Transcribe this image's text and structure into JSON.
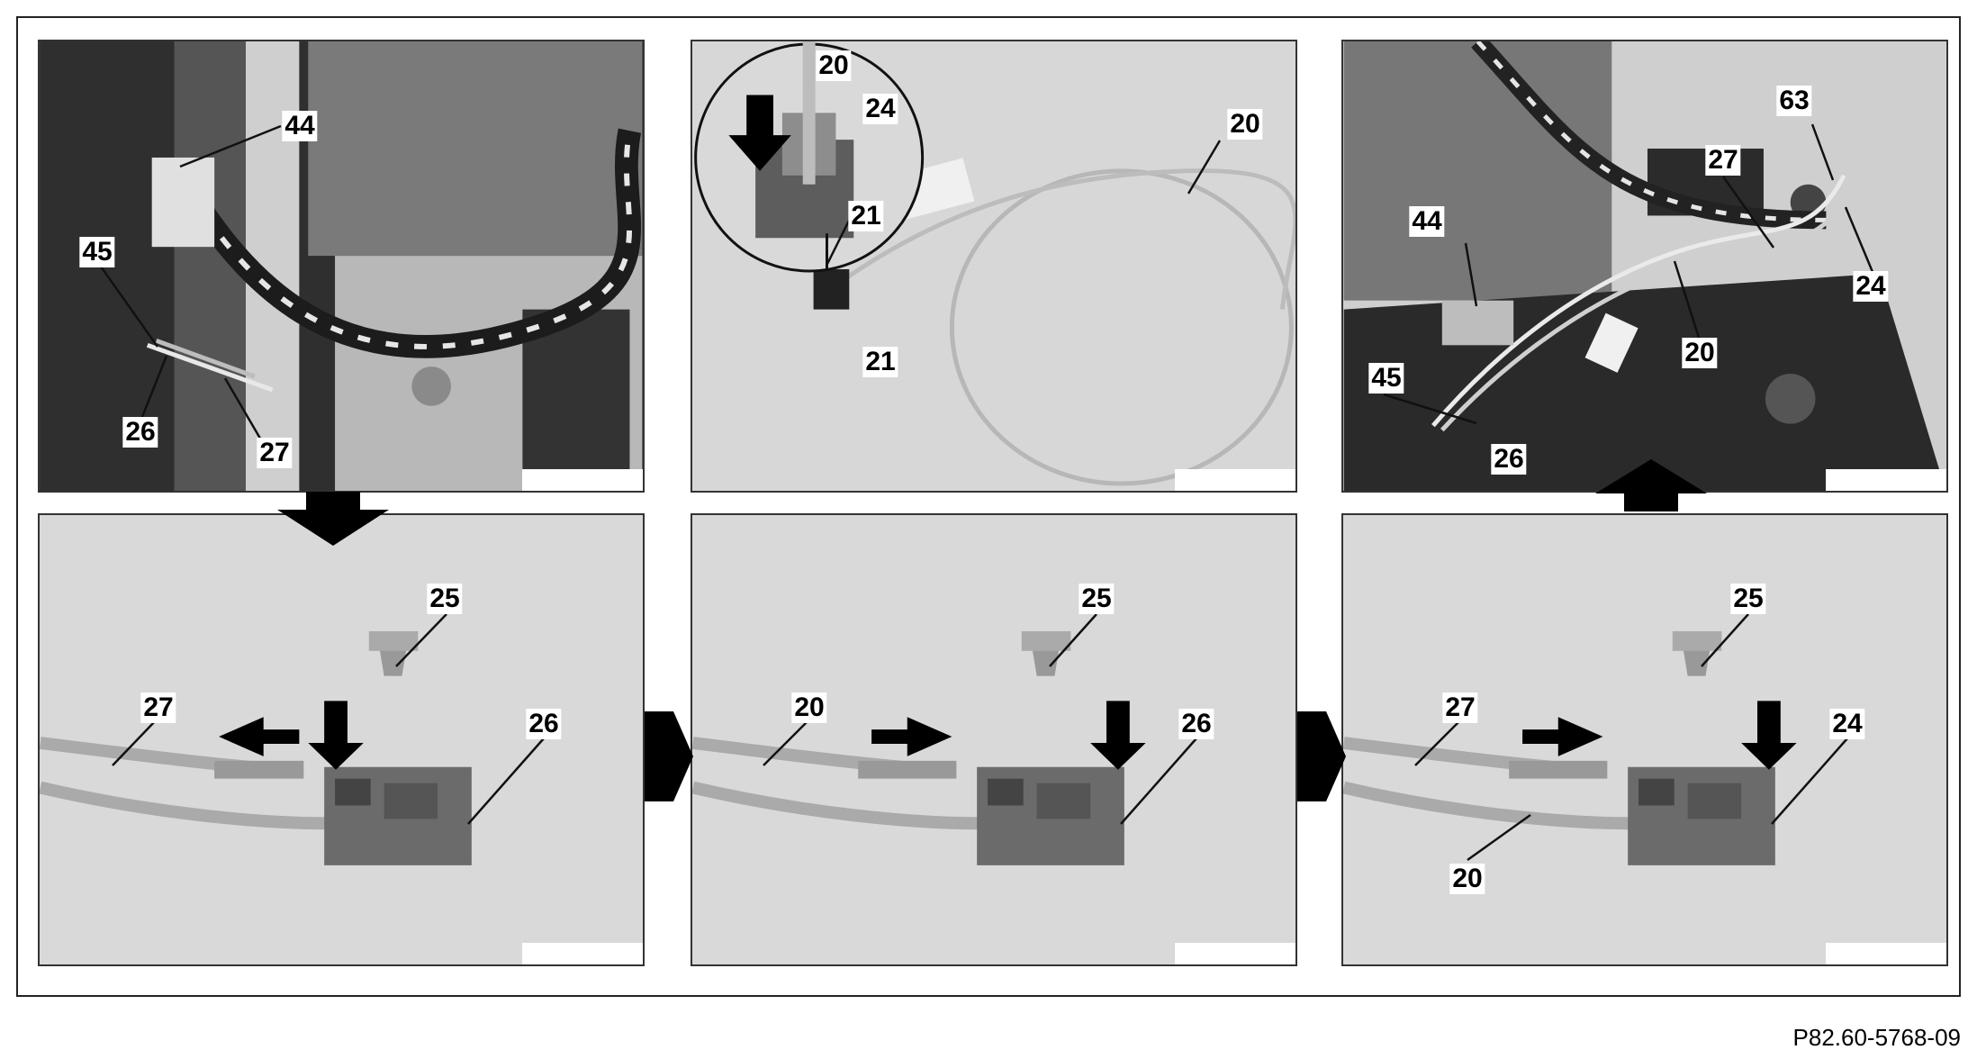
{
  "figure_id": "P82.60-5768-09",
  "colors": {
    "photo_dark": "#3a3a3a",
    "panel_bg": "#d9d9d9",
    "connector": "#6b6b6b",
    "line": "#111111"
  },
  "panels": [
    {
      "id": "p1",
      "labels": [
        "44",
        "45",
        "26",
        "27"
      ]
    },
    {
      "id": "p2",
      "labels": [
        "20",
        "24",
        "21",
        "21",
        "20"
      ]
    },
    {
      "id": "p3",
      "labels": [
        "63",
        "27",
        "44",
        "24",
        "20",
        "45",
        "26"
      ]
    },
    {
      "id": "p4",
      "labels": [
        "25",
        "27",
        "26"
      ]
    },
    {
      "id": "p5",
      "labels": [
        "25",
        "20",
        "26"
      ]
    },
    {
      "id": "p6",
      "labels": [
        "25",
        "27",
        "24",
        "20"
      ]
    }
  ]
}
